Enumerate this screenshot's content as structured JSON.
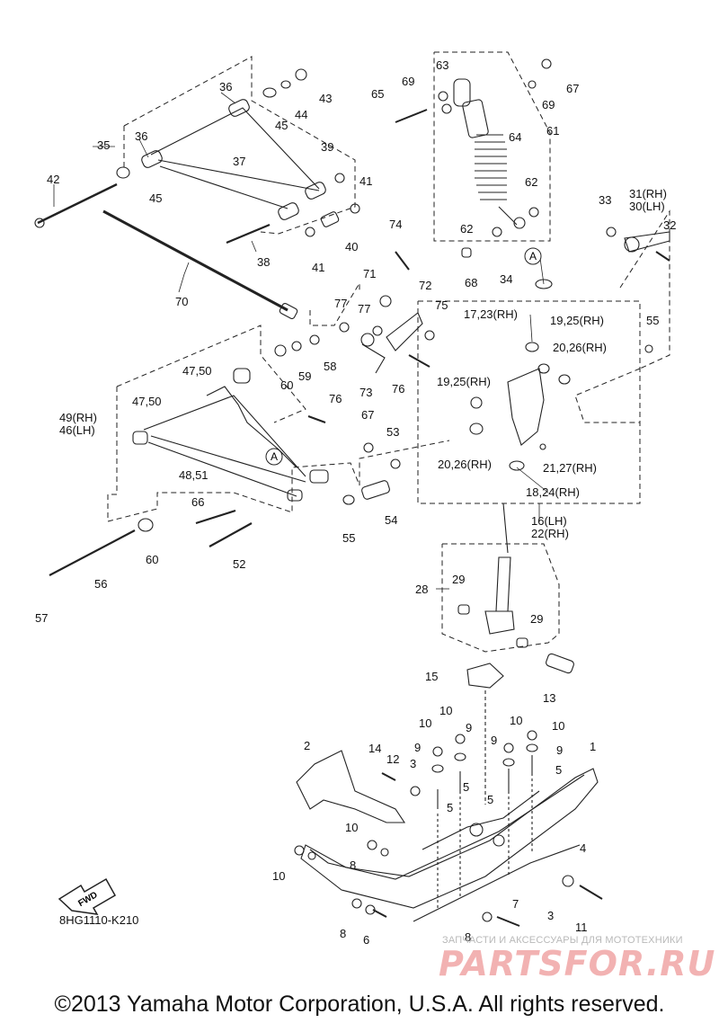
{
  "diagram": {
    "code": "8HG1110-K210",
    "fwd_badge": "FWD",
    "watermark": {
      "subtitle": "ЗАПЧАСТИ И АКСЕССУАРЫ ДЛЯ МОТОТЕХНИКИ",
      "logo": "PARTSFOR.RU"
    },
    "copyright": "©2013 Yamaha Motor Corporation, U.S.A. All rights reserved.",
    "callouts": [
      {
        "text": "63"
      },
      {
        "text": "69"
      },
      {
        "text": "65"
      },
      {
        "text": "67"
      },
      {
        "text": "69"
      },
      {
        "text": "64"
      },
      {
        "text": "61"
      },
      {
        "text": "62"
      },
      {
        "text": "62"
      },
      {
        "text": "68"
      },
      {
        "text": "36"
      },
      {
        "text": "43"
      },
      {
        "text": "44"
      },
      {
        "text": "45"
      },
      {
        "text": "35"
      },
      {
        "text": "36"
      },
      {
        "text": "37"
      },
      {
        "text": "39"
      },
      {
        "text": "42"
      },
      {
        "text": "45"
      },
      {
        "text": "41"
      },
      {
        "text": "40"
      },
      {
        "text": "41"
      },
      {
        "text": "38"
      },
      {
        "text": "70"
      },
      {
        "text": "74"
      },
      {
        "text": "33"
      },
      {
        "text": "31(RH)"
      },
      {
        "text": "30(LH)"
      },
      {
        "text": "32"
      },
      {
        "text": "34"
      },
      {
        "text": "71"
      },
      {
        "text": "72"
      },
      {
        "text": "77"
      },
      {
        "text": "77"
      },
      {
        "text": "75"
      },
      {
        "text": "17,23(RH)"
      },
      {
        "text": "19,25(RH)"
      },
      {
        "text": "55"
      },
      {
        "text": "20,26(RH)"
      },
      {
        "text": "47,50"
      },
      {
        "text": "60"
      },
      {
        "text": "59"
      },
      {
        "text": "58"
      },
      {
        "text": "73"
      },
      {
        "text": "76"
      },
      {
        "text": "19,25(RH)"
      },
      {
        "text": "47,50"
      },
      {
        "text": "76"
      },
      {
        "text": "49(RH)"
      },
      {
        "text": "46(LH)"
      },
      {
        "text": "67"
      },
      {
        "text": "53"
      },
      {
        "text": "21,27(RH)"
      },
      {
        "text": "20,26(RH)"
      },
      {
        "text": "48,51"
      },
      {
        "text": "18,24(RH)"
      },
      {
        "text": "66"
      },
      {
        "text": "54"
      },
      {
        "text": "16(LH)"
      },
      {
        "text": "22(RH)"
      },
      {
        "text": "55"
      },
      {
        "text": "52"
      },
      {
        "text": "60"
      },
      {
        "text": "56"
      },
      {
        "text": "57"
      },
      {
        "text": "28"
      },
      {
        "text": "29"
      },
      {
        "text": "29"
      },
      {
        "text": "15"
      },
      {
        "text": "13"
      },
      {
        "text": "10"
      },
      {
        "text": "10"
      },
      {
        "text": "9"
      },
      {
        "text": "10"
      },
      {
        "text": "10"
      },
      {
        "text": "9"
      },
      {
        "text": "9"
      },
      {
        "text": "9"
      },
      {
        "text": "1"
      },
      {
        "text": "14"
      },
      {
        "text": "12"
      },
      {
        "text": "3"
      },
      {
        "text": "5"
      },
      {
        "text": "5"
      },
      {
        "text": "5"
      },
      {
        "text": "5"
      },
      {
        "text": "2"
      },
      {
        "text": "4"
      },
      {
        "text": "10"
      },
      {
        "text": "8"
      },
      {
        "text": "10"
      },
      {
        "text": "7"
      },
      {
        "text": "3"
      },
      {
        "text": "11"
      },
      {
        "text": "8"
      },
      {
        "text": "6"
      },
      {
        "text": "8"
      }
    ],
    "circle_markers": [
      {
        "text": "A"
      },
      {
        "text": "A"
      }
    ]
  }
}
